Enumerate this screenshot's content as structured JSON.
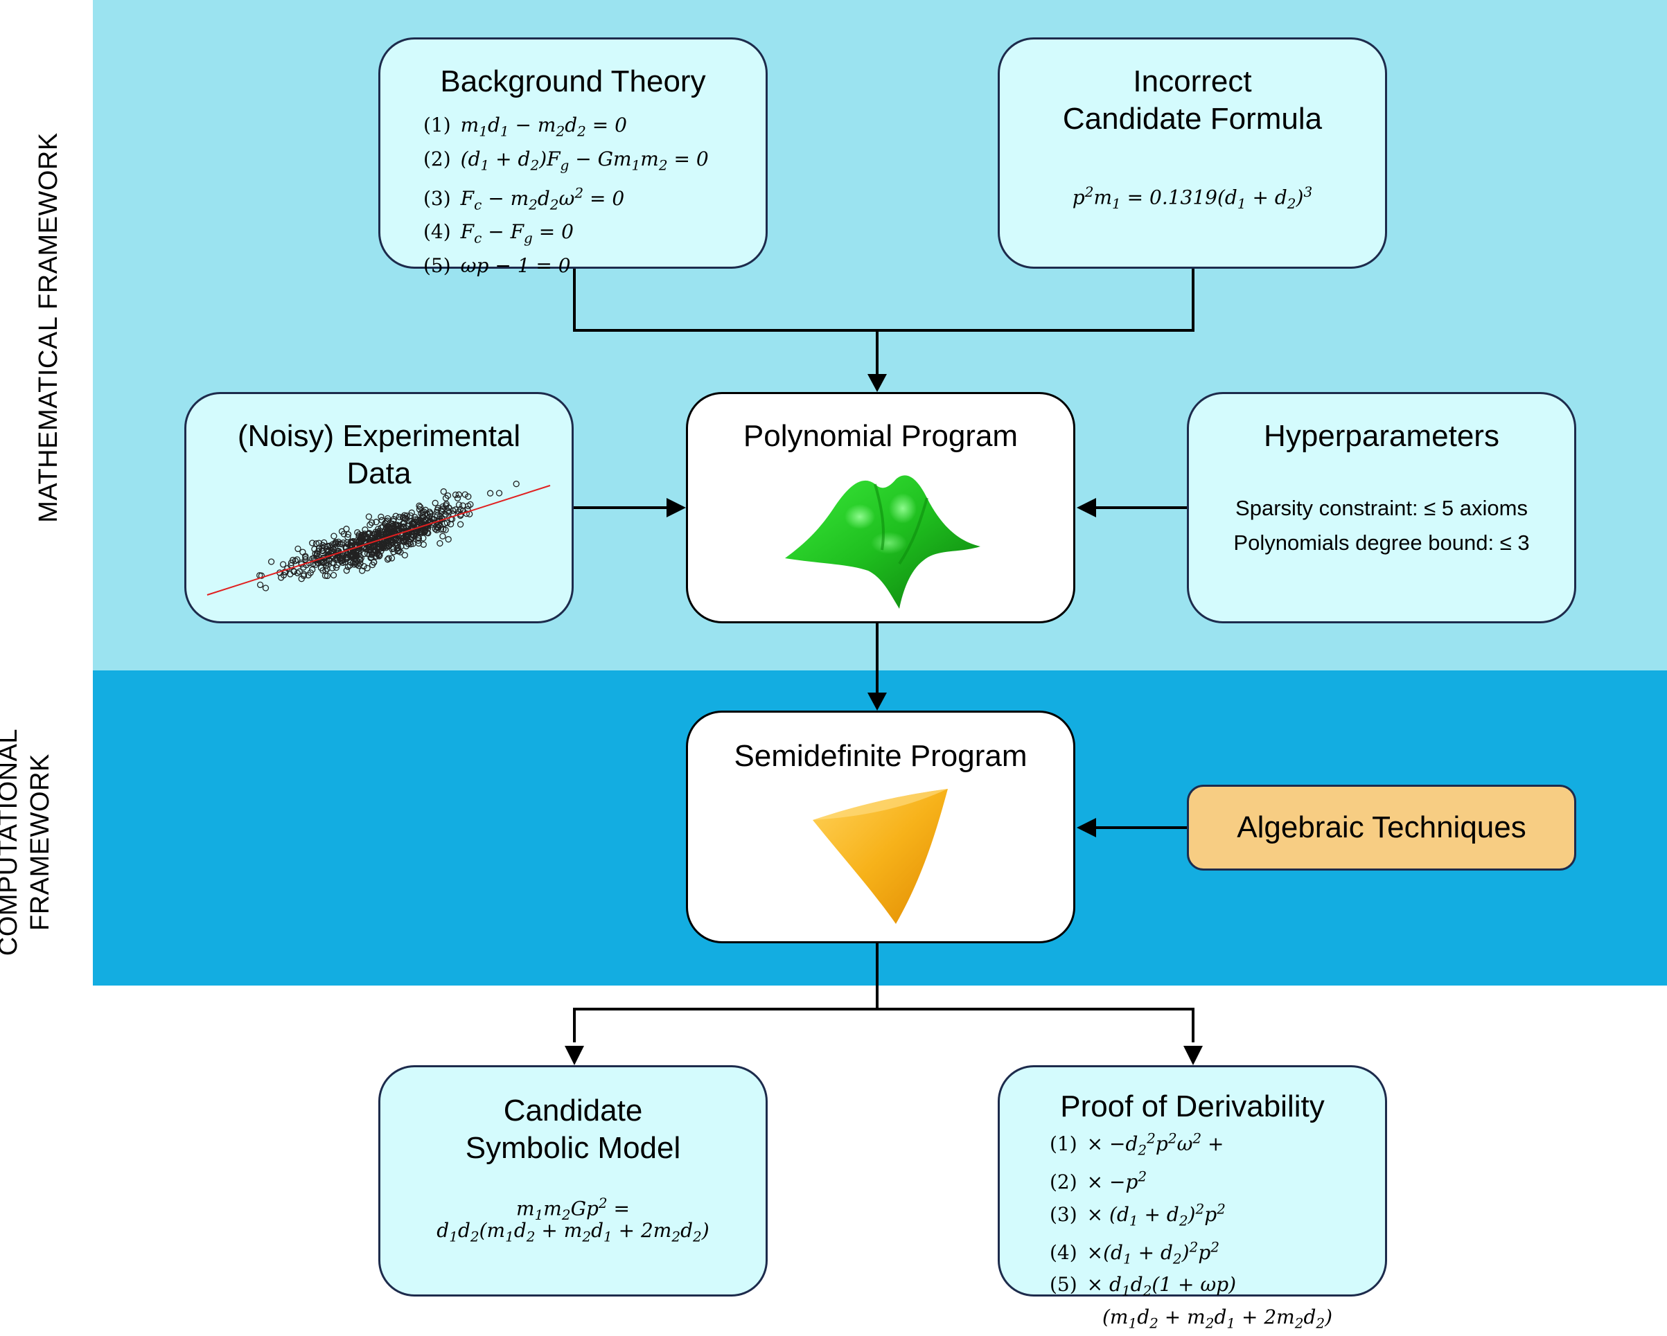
{
  "sections": {
    "math_label": "MATHEMATICAL FRAMEWORK",
    "comp_label_line1": "COMPUTATIONAL",
    "comp_label_line2": "FRAMEWORK"
  },
  "nodes": {
    "background_theory": {
      "title": "Background Theory",
      "equations": [
        {
          "num": "(1)",
          "html": "m<sub>1</sub>d<sub>1</sub> − m<sub>2</sub>d<sub>2</sub> = 0"
        },
        {
          "num": "(2)",
          "html": "(d<sub>1</sub> + d<sub>2</sub>)F<sub>g</sub> − Gm<sub>1</sub>m<sub>2</sub> = 0"
        },
        {
          "num": "(3)",
          "html": "F<sub>c</sub> − m<sub>2</sub>d<sub>2</sub>ω<sup>2</sup> = 0"
        },
        {
          "num": "(4)",
          "html": "F<sub>c</sub> − F<sub>g</sub> = 0"
        },
        {
          "num": "(5)",
          "html": "ωp − 1 = 0"
        }
      ]
    },
    "incorrect_formula": {
      "title_line1": "Incorrect",
      "title_line2": "Candidate Formula",
      "formula_html": "p<sup>2</sup>m<sub>1</sub> = 0.1319(d<sub>1</sub> + d<sub>2</sub>)<sup>3</sup>"
    },
    "experimental_data": {
      "title_line1": "(Noisy) Experimental",
      "title_line2": "Data"
    },
    "polynomial_program": {
      "title": "Polynomial Program"
    },
    "hyperparameters": {
      "title": "Hyperparameters",
      "line1": "Sparsity constraint: ≤ 5 axioms",
      "line2": "Polynomials degree bound: ≤ 3"
    },
    "semidefinite_program": {
      "title": "Semidefinite Program"
    },
    "algebraic_techniques": {
      "title": "Algebraic Techniques"
    },
    "symbolic_model": {
      "title_line1": "Candidate",
      "title_line2": "Symbolic Model",
      "formula_line1_html": "m<sub>1</sub>m<sub>2</sub>Gp<sup>2</sup> =",
      "formula_line2_html": "d<sub>1</sub>d<sub>2</sub>(m<sub>1</sub>d<sub>2</sub> + m<sub>2</sub>d<sub>1</sub> + 2m<sub>2</sub>d<sub>2</sub>)"
    },
    "proof": {
      "title": "Proof of Derivability",
      "lines": [
        {
          "num": "(1)",
          "html": "× −d<sub>2</sub><sup>2</sup>p<sup>2</sup>ω<sup>2</sup> +"
        },
        {
          "num": "(2)",
          "html": "× −p<sup>2</sup>"
        },
        {
          "num": "(3)",
          "html": "× (d<sub>1</sub> + d<sub>2</sub>)<sup>2</sup>p<sup>2</sup>"
        },
        {
          "num": "(4)",
          "html": "×(d<sub>1</sub> + d<sub>2</sub>)<sup>2</sup>p<sup>2</sup>"
        },
        {
          "num": "(5)",
          "html": "× d<sub>1</sub>d<sub>2</sub>(1 + ωp)"
        },
        {
          "num": "",
          "html": "(m<sub>1</sub>d<sub>2</sub> + m<sub>2</sub>d<sub>1</sub> + 2m<sub>2</sub>d<sub>2</sub>)"
        }
      ]
    }
  },
  "colors": {
    "math_band": "#9be3f0",
    "comp_band": "#13ade1",
    "box_fill": "#d4fbfd",
    "box_border": "#1d2b4c",
    "algebraic_fill": "#f7cd83",
    "surface_green": "#1ec81e",
    "tetra_orange": "#f5b01c",
    "fit_line_red": "#e02020"
  }
}
